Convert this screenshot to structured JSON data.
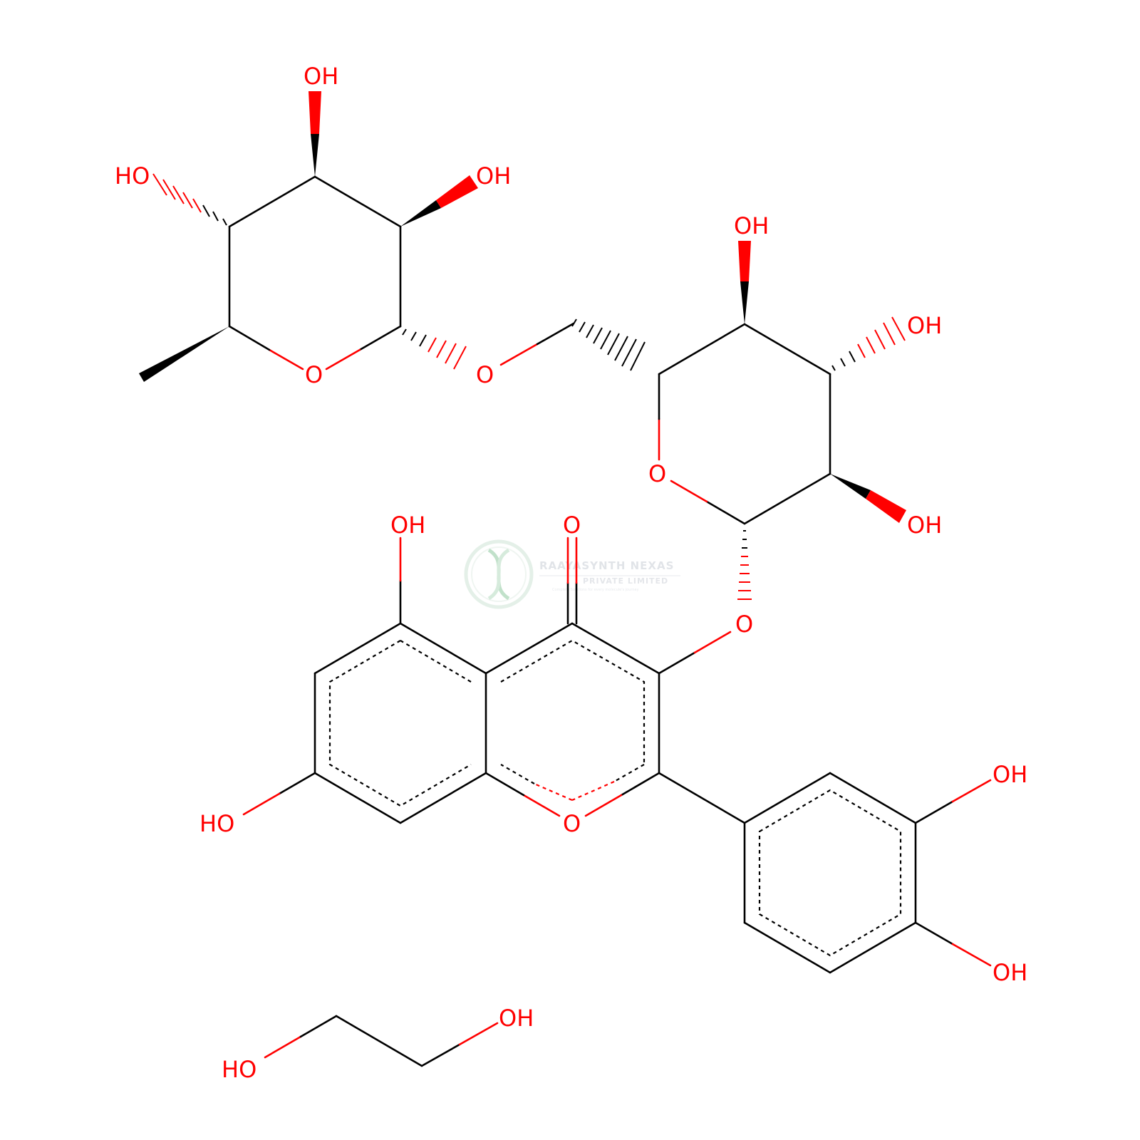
{
  "colors": {
    "bond": "#000000",
    "heteroatom": "#ff0000",
    "watermark": "#c9ced6",
    "logo_green": "#8fc9a0"
  },
  "atoms": {
    "oh_rha_top": "OH",
    "ho_rha_left": "HO",
    "oh_rha_right": "OH",
    "o_rha_ring": "O",
    "o_glycosidic_link": "O",
    "oh_glc_top": "OH",
    "oh_glc_right": "OH",
    "o_glc_ring": "O",
    "oh_glc_lower": "OH",
    "o_glc_anomeric": "O",
    "oh_5": "OH",
    "o_carbonyl": "O",
    "ho_7": "HO",
    "o_pyran_ring": "O",
    "oh_3prime": "OH",
    "oh_4prime": "OH",
    "ho_glycol": "HO",
    "oh_glycol": "OH"
  },
  "watermark": {
    "logo_icon": "dna-helix-icon",
    "company": "RAAYASYNTH NEXAS",
    "subtitle": "PRIVATE LIMITED",
    "tagline": "Complete Solutions for every molecule's journey"
  }
}
